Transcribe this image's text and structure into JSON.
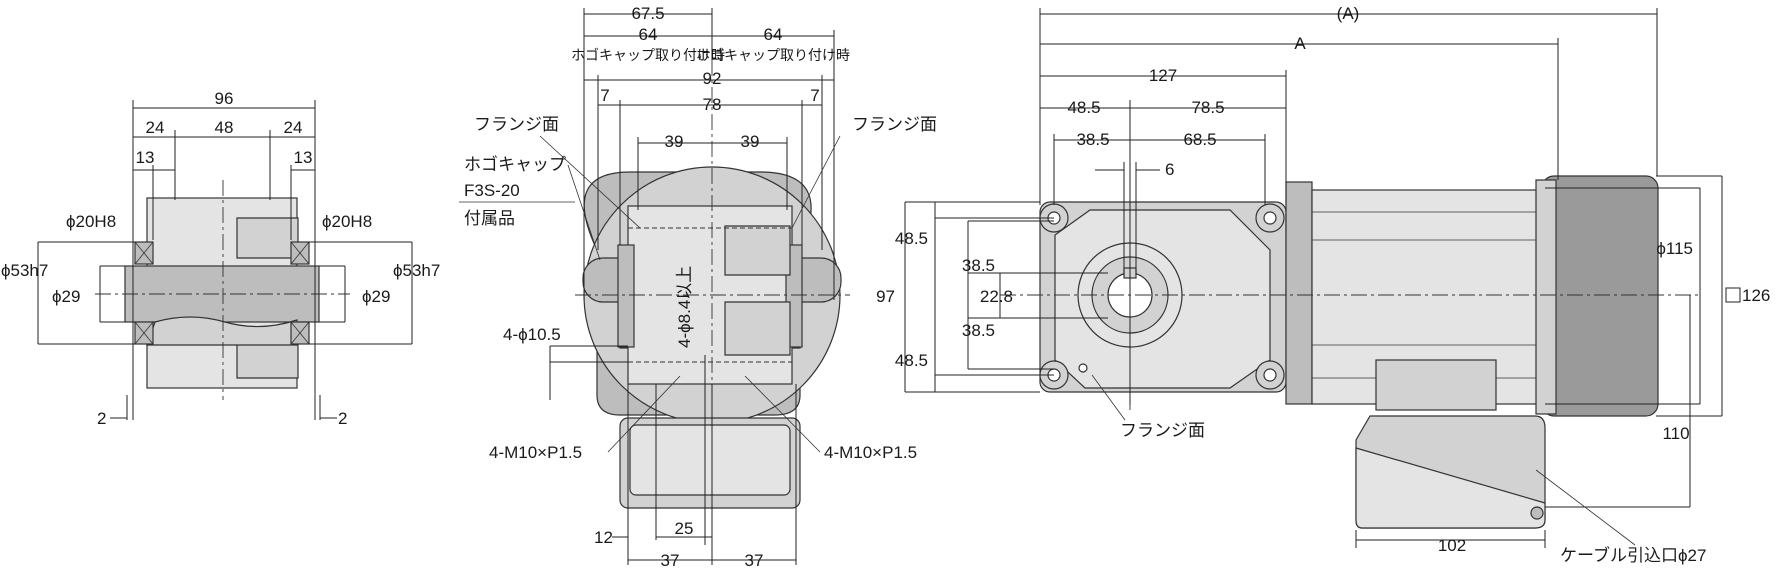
{
  "left_view": {
    "labels": {
      "w96": "96",
      "w24a": "24",
      "w48": "48",
      "w24b": "24",
      "w13a": "13",
      "w13b": "13",
      "phi20h8_left": "ϕ20H8",
      "phi20h8_right": "ϕ20H8",
      "phi53h7_left": "ϕ53h7",
      "phi53h7_right": "ϕ53h7",
      "phi29_left": "ϕ29",
      "phi29_right": "ϕ29",
      "two_left": "2",
      "two_right": "2"
    }
  },
  "middle_view": {
    "labels": {
      "w675": "67.5",
      "w64a": "64",
      "w64b": "64",
      "cap_note_a": "ホゴキャップ取り付け時",
      "cap_note_b": "ホゴキャップ取り付け時",
      "w92": "92",
      "w78": "78",
      "w7a": "7",
      "w7b": "7",
      "w39a": "39",
      "w39b": "39",
      "flange_left": "フランジ面",
      "flange_right": "フランジ面",
      "cap_name": "ホゴキャップ",
      "cap_model": "F3S-20",
      "accessory": "付属品",
      "hole_vertical": "4-ϕ8.4以上",
      "hole_105": "4-ϕ10.5",
      "m10_left": "4-M10×P1.5",
      "m10_right": "4-M10×P1.5",
      "w12": "12",
      "w25": "25",
      "w37a": "37",
      "w37b": "37"
    }
  },
  "right_view": {
    "labels": {
      "paren_a": "(A)",
      "a": "A",
      "w127": "127",
      "w485": "48.5",
      "w785": "78.5",
      "w385": "38.5",
      "w685": "68.5",
      "w6": "6",
      "h485_top": "48.5",
      "h385_top": "38.5",
      "h228": "22.8",
      "h385_bot": "38.5",
      "h485_bot": "48.5",
      "h97": "97",
      "phi115": "ϕ115",
      "sq126": "126",
      "h110": "110",
      "w102": "102",
      "flange": "フランジ面",
      "cable": "ケーブル引込口ϕ27"
    }
  }
}
